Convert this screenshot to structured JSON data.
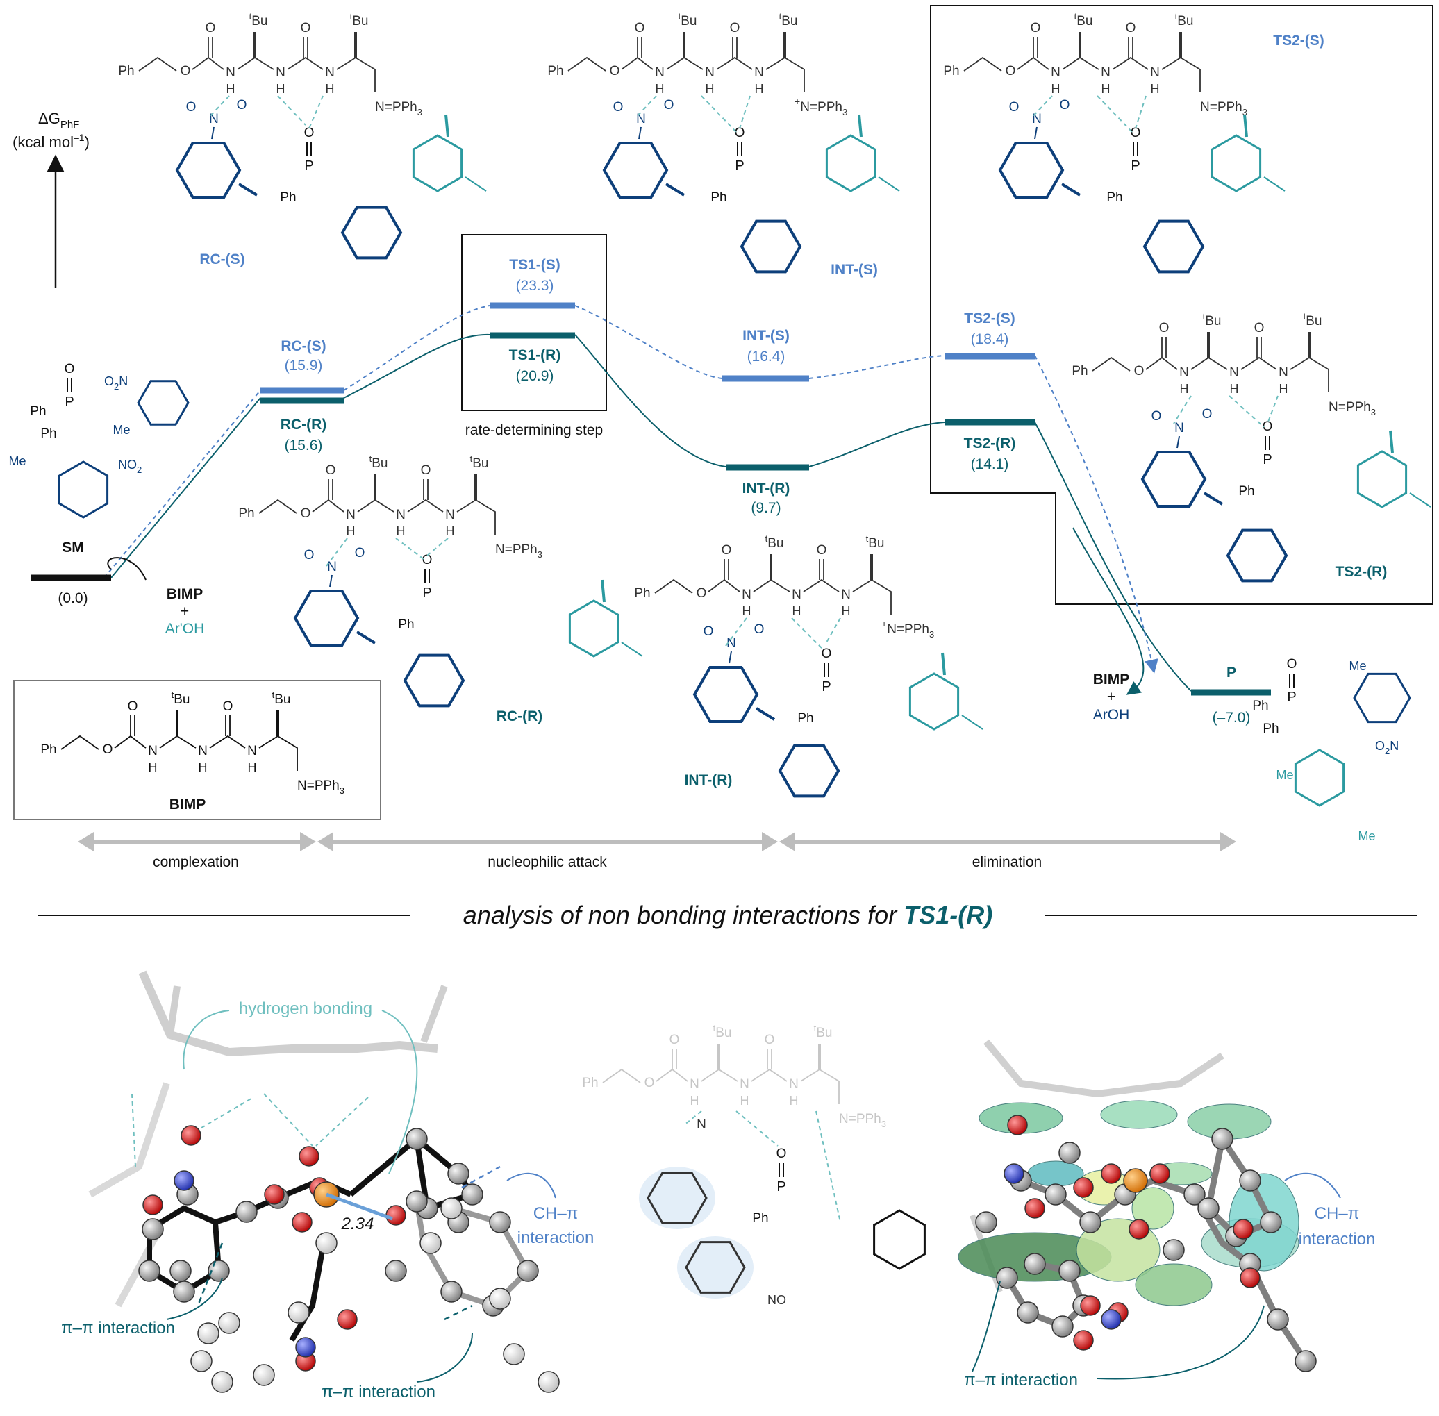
{
  "axis": {
    "label_main": "ΔG",
    "label_sub": "PhF",
    "units": "(kcal mol",
    "units_exp": "–1",
    "units_close": ")"
  },
  "colors": {
    "dark": "#0b5f6b",
    "light": "#4f81c7",
    "black": "#111111",
    "grey": "#bdbdbd",
    "navy": "#0d3f7a",
    "teal": "#2b9aa0"
  },
  "levels": [
    {
      "id": "SM",
      "name": "SM",
      "value": "(0.0)",
      "series": "common"
    },
    {
      "id": "RC_S",
      "name": "RC-(S)",
      "value": "(15.9)",
      "series": "S"
    },
    {
      "id": "RC_R",
      "name": "RC-(R)",
      "value": "(15.6)",
      "series": "R"
    },
    {
      "id": "TS1_S",
      "name": "TS1-(S)",
      "value": "(23.3)",
      "series": "S"
    },
    {
      "id": "TS1_R",
      "name": "TS1-(R)",
      "value": "(20.9)",
      "series": "R"
    },
    {
      "id": "INT_S",
      "name": "INT-(S)",
      "value": "(16.4)",
      "series": "S"
    },
    {
      "id": "INT_R",
      "name": "INT-(R)",
      "value": "(9.7)",
      "series": "R"
    },
    {
      "id": "TS2_S",
      "name": "TS2-(S)",
      "value": "(18.4)",
      "series": "S"
    },
    {
      "id": "TS2_R",
      "name": "TS2-(R)",
      "value": "(14.1)",
      "series": "R"
    },
    {
      "id": "P",
      "name": "P",
      "value": "(–7.0)",
      "series": "R"
    }
  ],
  "reagents": {
    "bimp_ar_oh": {
      "line1": "BIMP",
      "plus": "+",
      "line2": "Ar'OH"
    },
    "bimp_aroh": {
      "line1": "BIMP",
      "plus": "+",
      "line2": "ArOH"
    }
  },
  "rds_label": "rate-determining step",
  "structure_labels": {
    "rc_s": "RC-(S)",
    "int_s": "INT-(S)",
    "ts2_s": "TS2-(S)",
    "rc_r": "RC-(R)",
    "int_r": "INT-(R)",
    "ts2_r": "TS2-(R)",
    "bimp": "BIMP"
  },
  "chem_text": {
    "ph": "Ph",
    "tbu_t": "t",
    "tbu_bu": "Bu",
    "o": "O",
    "n": "N",
    "h": "H",
    "p": "P",
    "pph3": "PPh",
    "three": "3",
    "no": "NO",
    "two": "2",
    "o2n_o": "O",
    "o2n_n": "N",
    "me": "Me",
    "minus": "–",
    "plus_charge": "+",
    "n_eq": "N="
  },
  "phases": [
    "complexation",
    "nucleophilic attack",
    "elimination"
  ],
  "section_title": {
    "prefix": "analysis of non bonding interactions for ",
    "highlight": "TS1-(R)"
  },
  "annotations": {
    "hydrogen_bonding": "hydrogen bonding",
    "distance": "2.34",
    "ch_pi_line1": "CH–π",
    "ch_pi_line2": "interaction",
    "pi_pi": "π–π interaction"
  }
}
